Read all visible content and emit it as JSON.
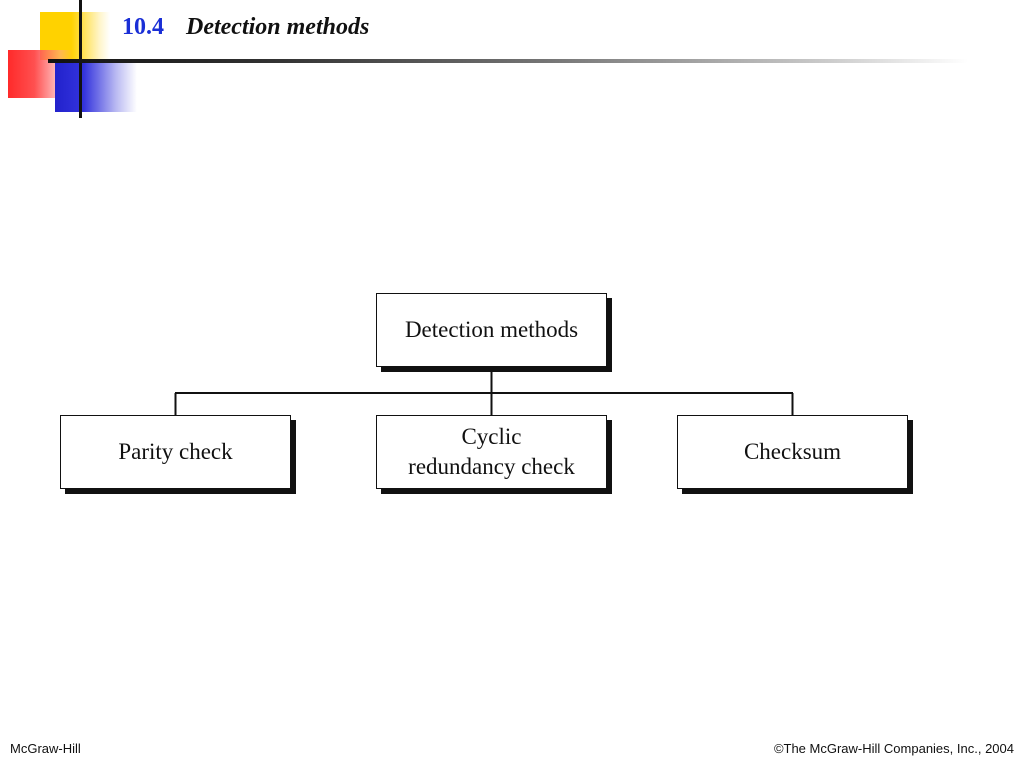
{
  "slide": {
    "section_number": "10.4",
    "title": "Detection methods"
  },
  "diagram": {
    "root": "Detection methods",
    "children": [
      "Parity check",
      "Cyclic\nredundancy check",
      "Checksum"
    ]
  },
  "footer": {
    "left": "McGraw-Hill",
    "right": "©The McGraw-Hill Companies, Inc., 2004"
  }
}
